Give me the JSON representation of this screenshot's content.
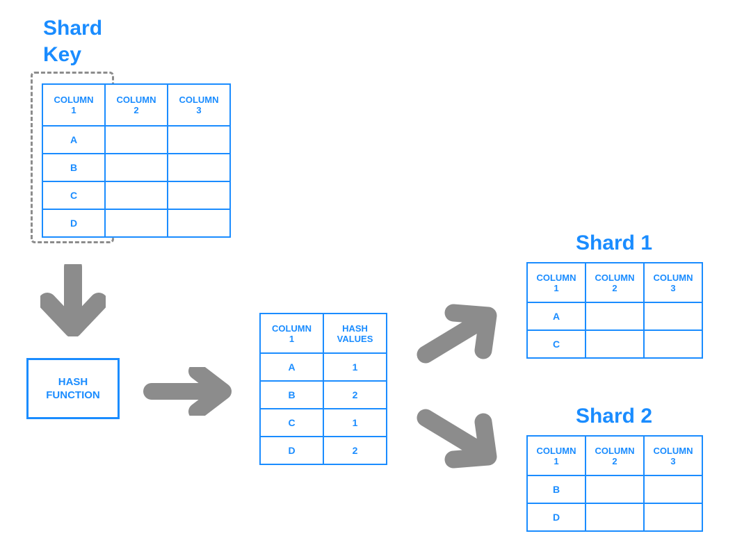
{
  "colors": {
    "accent_blue": "#1a8cff",
    "arrow_gray": "#8c8c8c",
    "background": "#ffffff"
  },
  "shard_key": {
    "title": "Shard\nKey",
    "highlight_note": "COLUMN 1 outlined with dashed border"
  },
  "main_table": {
    "headers": [
      "COLUMN\n1",
      "COLUMN\n2",
      "COLUMN\n3"
    ],
    "rows": [
      [
        "A",
        "",
        ""
      ],
      [
        "B",
        "",
        ""
      ],
      [
        "C",
        "",
        ""
      ],
      [
        "D",
        "",
        ""
      ]
    ]
  },
  "hash_function": {
    "label": "HASH\nFUNCTION"
  },
  "hash_table": {
    "headers": [
      "COLUMN\n1",
      "HASH\nVALUES"
    ],
    "rows": [
      [
        "A",
        "1"
      ],
      [
        "B",
        "2"
      ],
      [
        "C",
        "1"
      ],
      [
        "D",
        "2"
      ]
    ]
  },
  "shard1": {
    "title": "Shard 1",
    "headers": [
      "COLUMN\n1",
      "COLUMN\n2",
      "COLUMN\n3"
    ],
    "rows": [
      [
        "A",
        "",
        ""
      ],
      [
        "C",
        "",
        ""
      ]
    ]
  },
  "shard2": {
    "title": "Shard 2",
    "headers": [
      "COLUMN\n1",
      "COLUMN\n2",
      "COLUMN\n3"
    ],
    "rows": [
      [
        "B",
        "",
        ""
      ],
      [
        "D",
        "",
        ""
      ]
    ]
  },
  "arrows": [
    {
      "name": "arrow-down-icon",
      "direction": "down"
    },
    {
      "name": "arrow-right-icon",
      "direction": "right"
    },
    {
      "name": "arrow-up-right-icon",
      "direction": "up-right"
    },
    {
      "name": "arrow-down-right-icon",
      "direction": "down-right"
    }
  ]
}
